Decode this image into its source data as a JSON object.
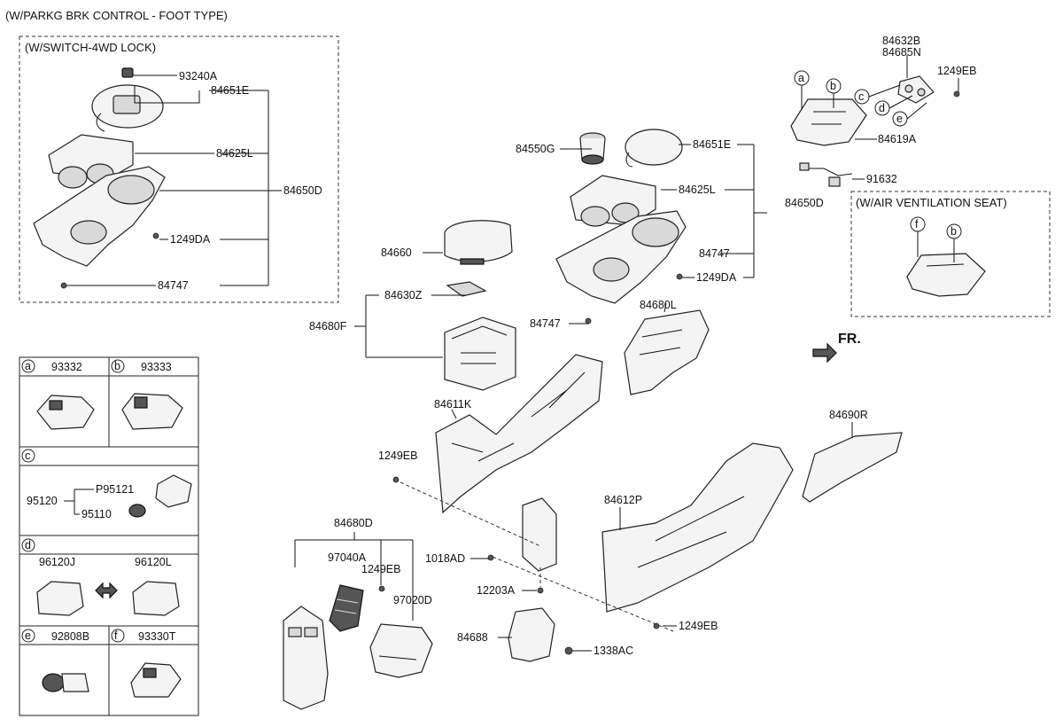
{
  "headers": {
    "main": "(W/PARKG BRK CONTROL - FOOT TYPE)",
    "sub_4wd": "(W/SWITCH-4WD LOCK)",
    "air_vent": "(W/AIR VENTILATION SEAT)",
    "fr": "FR."
  },
  "parts": {
    "p93240A": "93240A",
    "p84651E_a": "84651E",
    "p84625L_a": "84625L",
    "p84650D_a": "84650D",
    "p1249DA_a": "1249DA",
    "p84747_a": "84747",
    "p84550G": "84550G",
    "p84651E_b": "84651E",
    "p84625L_b": "84625L",
    "p84660": "84660",
    "p84747_b": "84747",
    "p1249DA_b": "1249DA",
    "p84630Z": "84630Z",
    "p84680F": "84680F",
    "p84747_c": "84747",
    "p84680L": "84680L",
    "p84632B": "84632B",
    "p84685N": "84685N",
    "p1249EB_a": "1249EB",
    "p84619A": "84619A",
    "p91632": "91632",
    "p84650D_b": "84650D",
    "p84611K": "84611K",
    "p1249EB_b": "1249EB",
    "p84690R": "84690R",
    "p84612P": "84612P",
    "p1018AD": "1018AD",
    "p12203A": "12203A",
    "p84688": "84688",
    "p1338AC": "1338AC",
    "p1249EB_c": "1249EB",
    "p84680D": "84680D",
    "p97040A": "97040A",
    "p1249EB_d": "1249EB",
    "p97020D": "97020D"
  },
  "callouts": {
    "a": "a",
    "b": "b",
    "c": "c",
    "d": "d",
    "e": "e",
    "f": "f"
  },
  "legend": {
    "a_letter": "a",
    "a_part": "93332",
    "b_letter": "b",
    "b_part": "93333",
    "c_letter": "c",
    "c_main": "95120",
    "c_top": "P95121",
    "c_bottom": "95110",
    "d_letter": "d",
    "d_left": "96120J",
    "d_right": "96120L",
    "e_letter": "e",
    "e_part": "92808B",
    "f_letter": "f",
    "f_part": "93330T"
  },
  "icons": {
    "swap_arrow": "double-arrow-icon",
    "front_arrow": "arrow-right-icon"
  }
}
